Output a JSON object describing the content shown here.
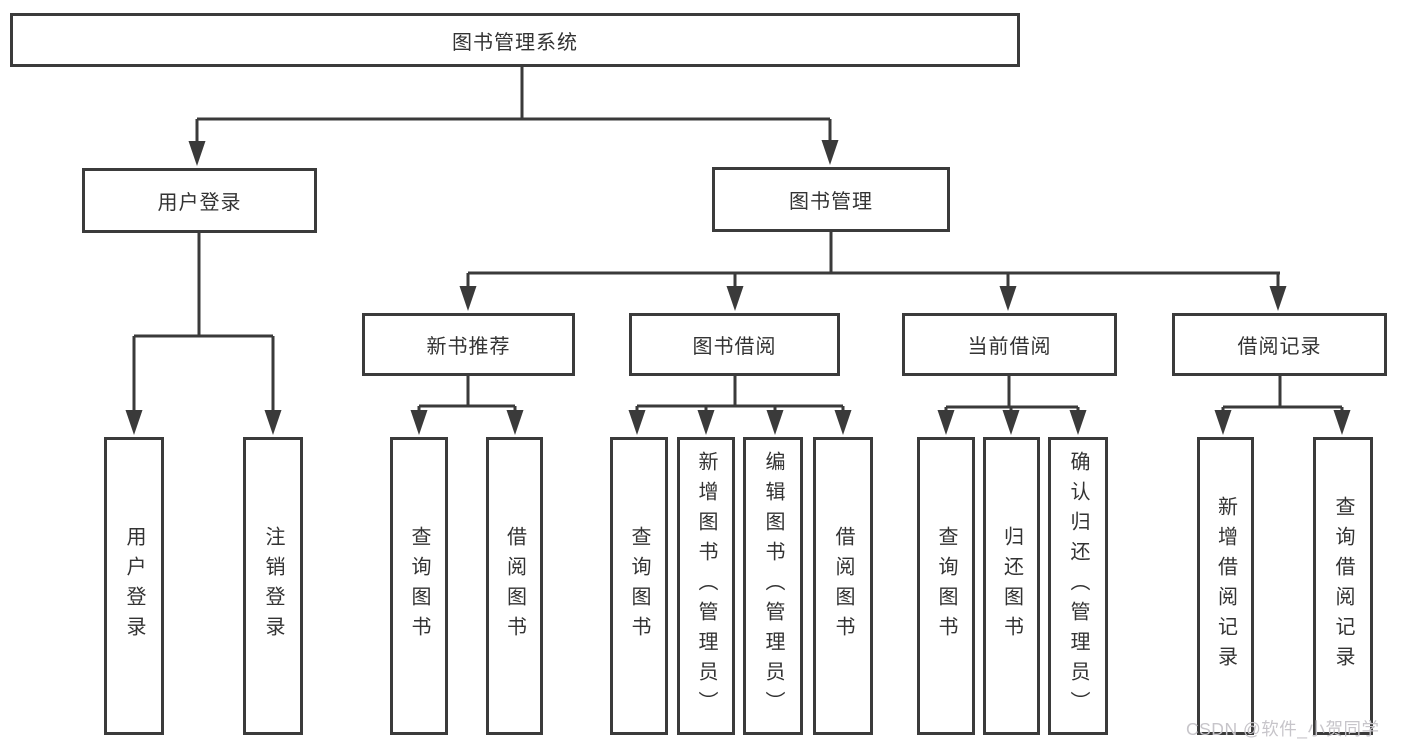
{
  "tree": {
    "label": "图书管理系统",
    "children": [
      {
        "label": "用户登录",
        "children": [
          {
            "label": "用户登录"
          },
          {
            "label": "注销登录"
          }
        ]
      },
      {
        "label": "图书管理",
        "children": [
          {
            "label": "新书推荐",
            "children": [
              {
                "label": "查询图书"
              },
              {
                "label": "借阅图书"
              }
            ]
          },
          {
            "label": "图书借阅",
            "children": [
              {
                "label": "查询图书"
              },
              {
                "label": "新增图书（管理员）"
              },
              {
                "label": "编辑图书（管理员）"
              },
              {
                "label": "借阅图书"
              }
            ]
          },
          {
            "label": "当前借阅",
            "children": [
              {
                "label": "查询图书"
              },
              {
                "label": "归还图书"
              },
              {
                "label": "确认归还（管理员）"
              }
            ]
          },
          {
            "label": "借阅记录",
            "children": [
              {
                "label": "新增借阅记录"
              },
              {
                "label": "查询借阅记录"
              }
            ]
          }
        ]
      }
    ]
  },
  "watermark": {
    "text": "CSDN @软件_小贺同学"
  },
  "colors": {
    "line": "#3a3a3a",
    "box_border": "#3b3b3b",
    "text": "#333333",
    "watermark": "#c7c5ca"
  }
}
